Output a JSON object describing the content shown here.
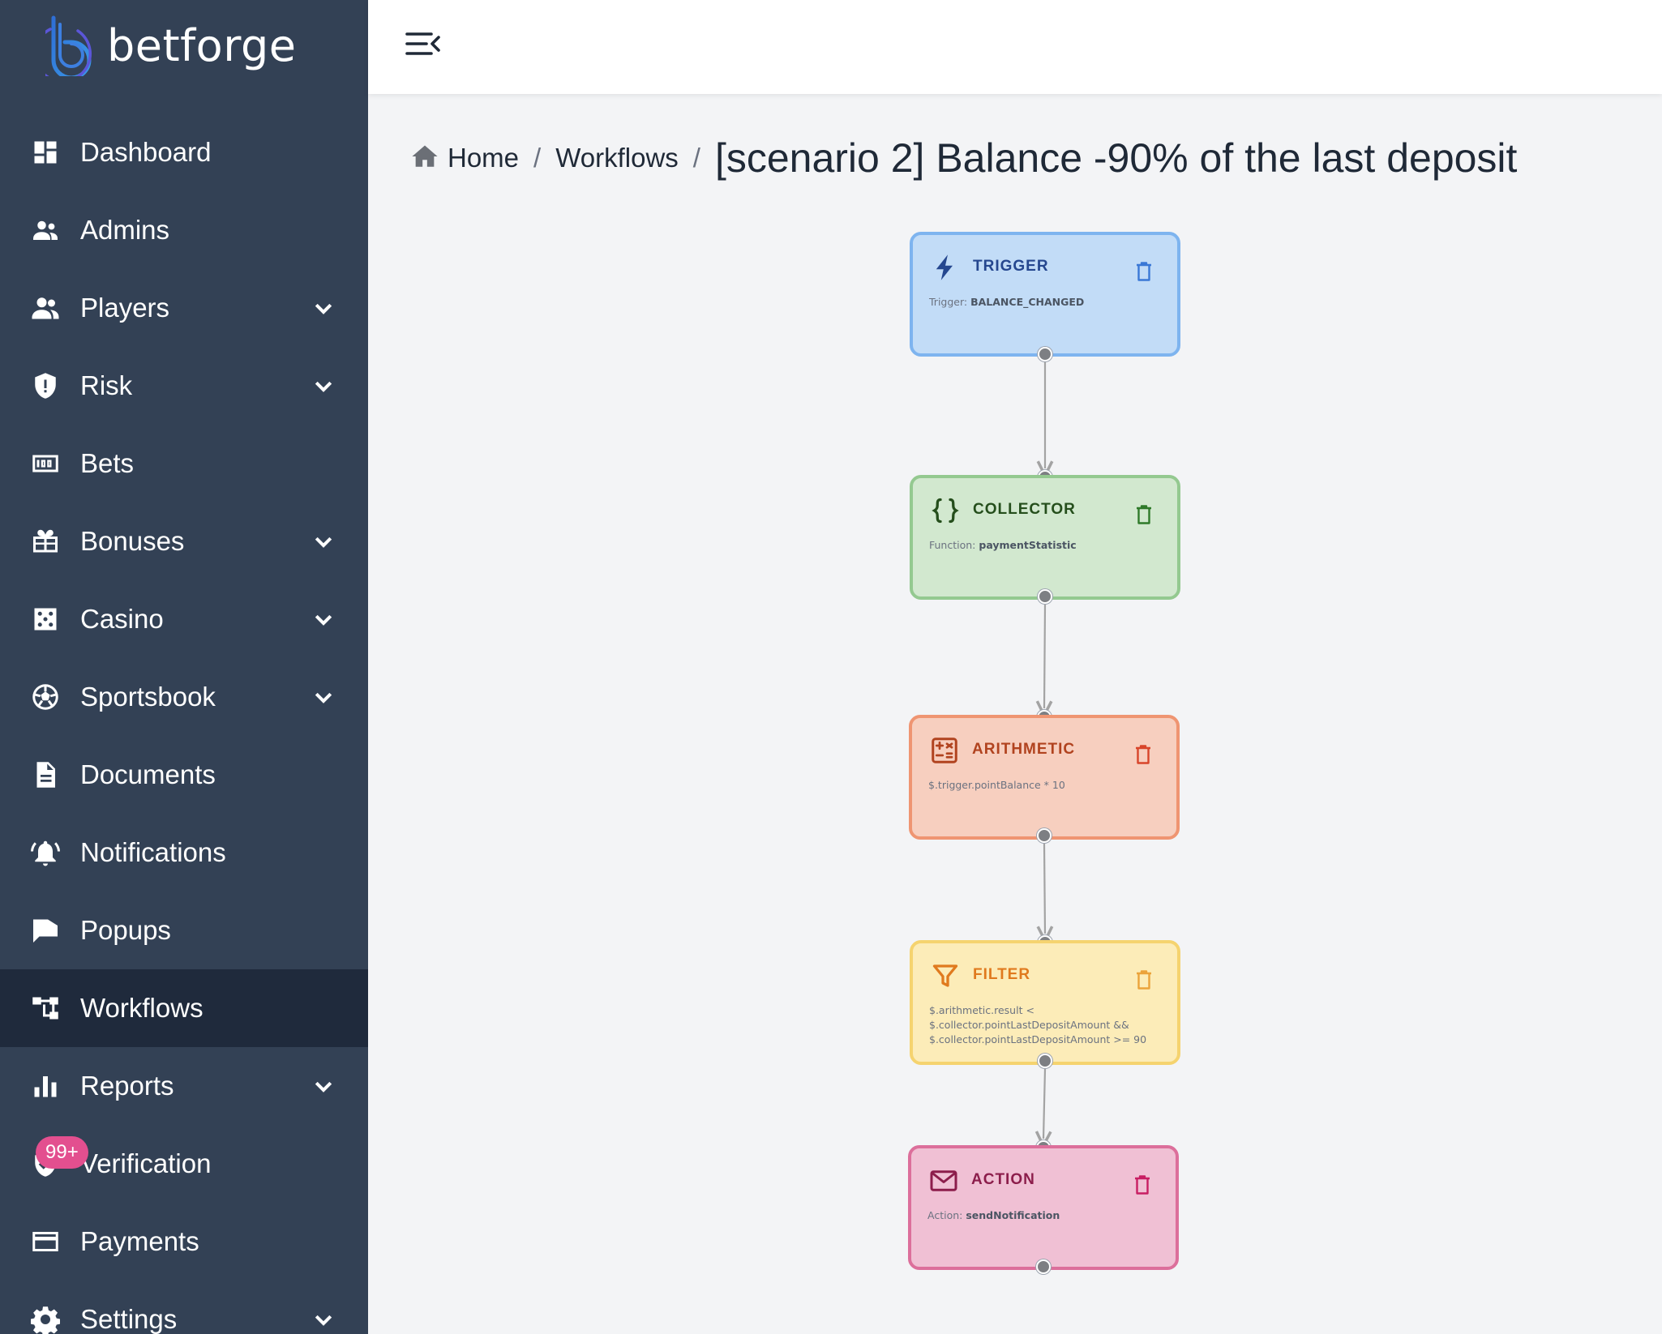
{
  "app": {
    "brand": "betforge"
  },
  "sidebar": {
    "items": [
      {
        "label": "Dashboard",
        "icon": "dashboard-icon",
        "expandable": false
      },
      {
        "label": "Admins",
        "icon": "admins-icon",
        "expandable": false
      },
      {
        "label": "Players",
        "icon": "players-icon",
        "expandable": true
      },
      {
        "label": "Risk",
        "icon": "shield-alert-icon",
        "expandable": true
      },
      {
        "label": "Bets",
        "icon": "scoreboard-icon",
        "expandable": false
      },
      {
        "label": "Bonuses",
        "icon": "gift-icon",
        "expandable": true
      },
      {
        "label": "Casino",
        "icon": "dice-icon",
        "expandable": true
      },
      {
        "label": "Sportsbook",
        "icon": "soccer-ball-icon",
        "expandable": true
      },
      {
        "label": "Documents",
        "icon": "document-icon",
        "expandable": false
      },
      {
        "label": "Notifications",
        "icon": "bell-icon",
        "expandable": false
      },
      {
        "label": "Popups",
        "icon": "chat-bubble-icon",
        "expandable": false
      },
      {
        "label": "Workflows",
        "icon": "sitemap-icon",
        "expandable": false,
        "active": true
      },
      {
        "label": "Reports",
        "icon": "bar-chart-icon",
        "expandable": true
      },
      {
        "label": "Verification",
        "icon": "verified-shield-icon",
        "expandable": false,
        "badge": "99+"
      },
      {
        "label": "Payments",
        "icon": "credit-card-icon",
        "expandable": false
      },
      {
        "label": "Settings",
        "icon": "gear-icon",
        "expandable": true
      }
    ]
  },
  "header": {
    "menu_icon": "menu-collapse-icon"
  },
  "breadcrumb": {
    "home": "Home",
    "separator": "/",
    "section": "Workflows",
    "current": "[scenario 2] Balance -90% of the last deposit"
  },
  "workflow": {
    "nodes": [
      {
        "type": "trigger",
        "title": "TRIGGER",
        "icon": "lightning-icon",
        "body_label": "Trigger:",
        "body_value": "BALANCE_CHANGED"
      },
      {
        "type": "collector",
        "title": "COLLECTOR",
        "icon": "curly-braces-icon",
        "body_label": "Function:",
        "body_value": "paymentStatistic"
      },
      {
        "type": "arithmetic",
        "title": "ARITHMETIC",
        "icon": "calculator-icon",
        "body_text": "$.trigger.pointBalance * 10"
      },
      {
        "type": "filter",
        "title": "FILTER",
        "icon": "funnel-icon",
        "body_lines": [
          "$.arithmetic.result <",
          "$.collector.pointLastDepositAmount &&",
          "$.collector.pointLastDepositAmount >= 90"
        ]
      },
      {
        "type": "action",
        "title": "ACTION",
        "icon": "envelope-icon",
        "body_label": "Action:",
        "body_value": "sendNotification"
      }
    ],
    "colors": {
      "trigger": "#c2dcf7",
      "collector": "#d2e8cf",
      "arithmetic": "#f7cfbf",
      "filter": "#fcecb8",
      "action": "#f0c0d4"
    }
  }
}
